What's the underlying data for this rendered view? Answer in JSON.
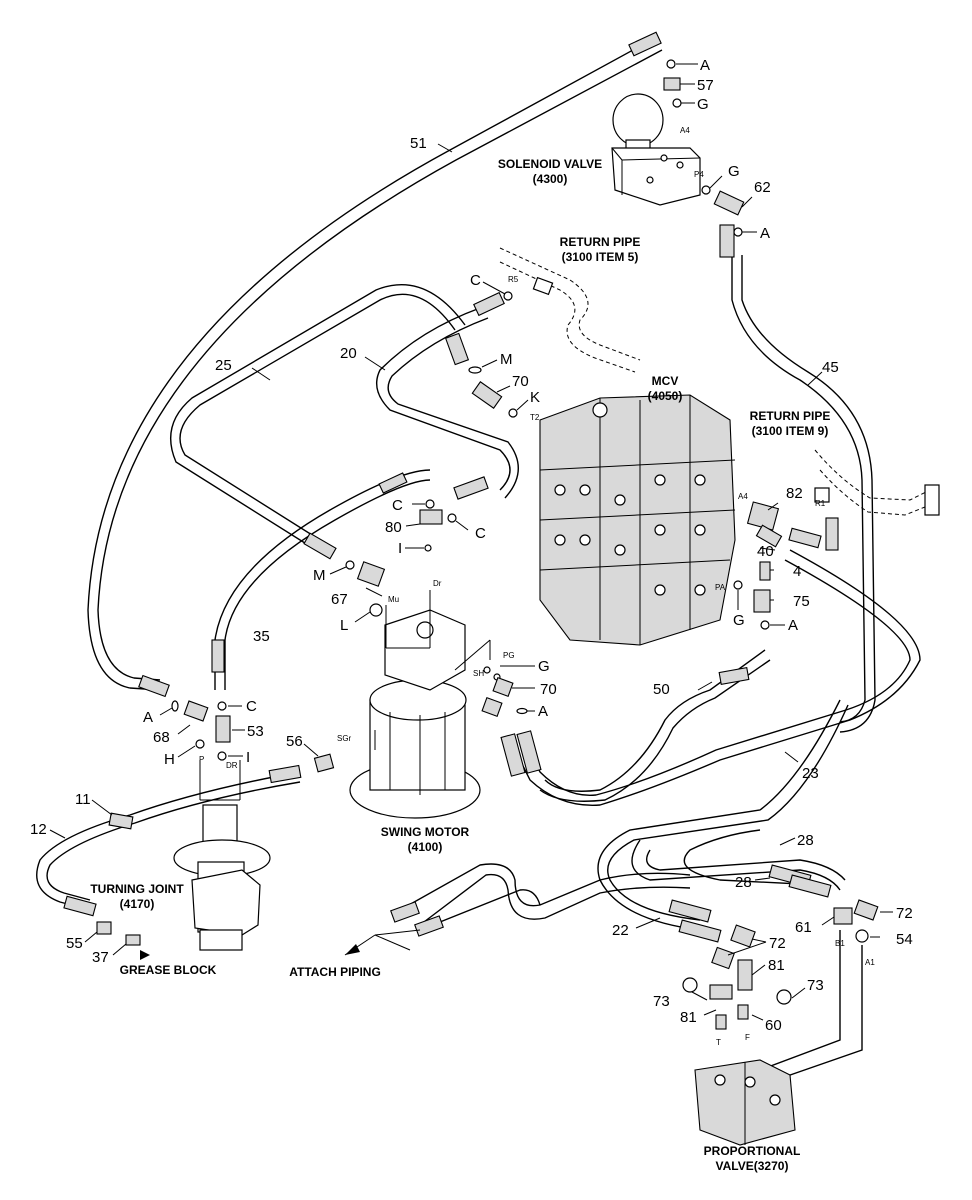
{
  "assemblies": {
    "solenoid_valve": {
      "name": "SOLENOID VALVE",
      "code": "(4300)"
    },
    "return_pipe_5": {
      "name": "RETURN PIPE",
      "code": "(3100 ITEM 5)"
    },
    "mcv": {
      "name": "MCV",
      "code": "(4050)"
    },
    "return_pipe_9": {
      "name": "RETURN PIPE",
      "code": "(3100 ITEM 9)"
    },
    "swing_motor": {
      "name": "SWING MOTOR",
      "code": "(4100)"
    },
    "turning_joint": {
      "name": "TURNING JOINT",
      "code": "(4170)"
    },
    "proportional_valve": {
      "name": "PROPORTIONAL",
      "code": "VALVE(3270)"
    },
    "grease_block": "GREASE BLOCK",
    "attach_piping": "ATTACH PIPING"
  },
  "part_numbers": {
    "p51": "51",
    "p57": "57",
    "p62": "62",
    "p25": "25",
    "p20": "20",
    "p70a": "70",
    "p45": "45",
    "p82": "82",
    "p80": "80",
    "p67": "67",
    "p35": "35",
    "p40": "40",
    "p4": "4",
    "p75": "75",
    "p70b": "70",
    "p50": "50",
    "p68": "68",
    "p53": "53",
    "p56": "56",
    "p11": "11",
    "p12": "12",
    "p23": "23",
    "p28a": "28",
    "p28b": "28",
    "p55": "55",
    "p37": "37",
    "p22": "22",
    "p61": "61",
    "p72a": "72",
    "p54": "54",
    "p72b": "72",
    "p81a": "81",
    "p73a": "73",
    "p73b": "73",
    "p81b": "81",
    "p60": "60"
  },
  "letter_callouts": {
    "a1": "A",
    "g1": "G",
    "g2": "G",
    "a2": "A",
    "c1": "C",
    "m1": "M",
    "k1": "K",
    "c2": "C",
    "c3": "C",
    "i1": "I",
    "m2": "M",
    "l1": "L",
    "g3": "G",
    "a3": "A",
    "g4": "G",
    "a4": "A",
    "a5": "A",
    "c4": "C",
    "h1": "H",
    "i2": "I"
  },
  "port_labels": {
    "a4a": "A4",
    "p4": "P4",
    "r5": "R5",
    "t2": "T2",
    "a4b": "A4",
    "r1": "R1",
    "pa": "PA",
    "mu": "Mu",
    "dr": "Dr",
    "pg": "PG",
    "sh": "SH",
    "sgr": "SGr",
    "p": "P",
    "dr2": "DR",
    "b1": "B1",
    "a1": "A1",
    "t": "T",
    "f": "F"
  }
}
